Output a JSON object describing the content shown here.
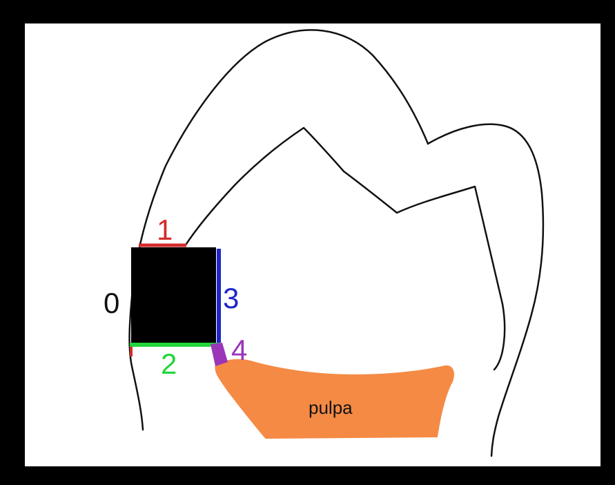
{
  "labels": {
    "zero": "0",
    "one": "1",
    "two": "2",
    "three": "3",
    "four": "4",
    "pulpa": "pulpa"
  },
  "colors": {
    "background": "#ffffff",
    "frame": "#000000",
    "outline": "#111111",
    "cavity": "#000000",
    "wall_1": "#d42a2a",
    "wall_2": "#22d63a",
    "wall_3": "#1f25c9",
    "wall_4": "#9a36b8",
    "label_0": "#111111",
    "pulp": "#f58a45"
  }
}
